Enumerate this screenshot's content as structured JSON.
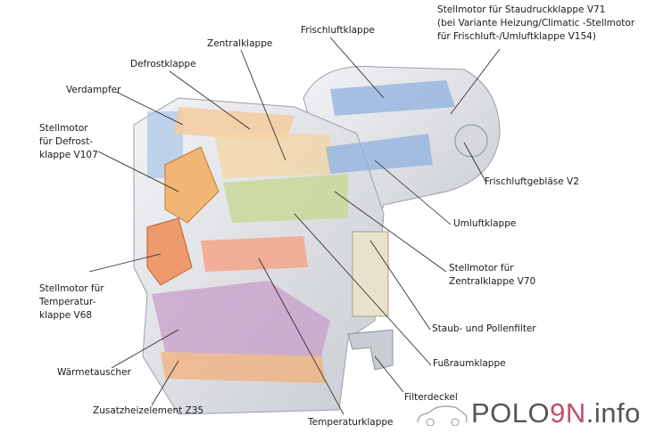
{
  "labels": {
    "staudruck": [
      "Stellmotor für Staudruckklappe V71",
      "(bei Variante Heizung/Climatic -Stellmotor",
      "für Frischluft-/Umluftklappe V154)"
    ],
    "frischluftklappe": "Frischluftklappe",
    "zentralklappe": "Zentralklappe",
    "defrostklappe": "Defrostklappe",
    "verdampfer": "Verdampfer",
    "stellmotor_defrost": [
      "Stellmotor",
      "für Defrost-",
      "klappe V107"
    ],
    "frischluftgeblaese": "Frischluftgebläse V2",
    "umluftklappe": "Umluftklappe",
    "stellmotor_zentral": [
      "Stellmotor für",
      "Zentralklappe V70"
    ],
    "stellmotor_temp": [
      "Stellmotor für",
      "Temperatur-",
      "klappe V68"
    ],
    "staubfilter": "Staub- und Pollenfilter",
    "fussraumklappe": "Fußraumklappe",
    "waermetauscher": "Wärmetauscher",
    "filterdeckel": "Filterdeckel",
    "zusatzheiz": "Zusatzheizelement Z35",
    "temperaturklappe": "Temperaturklappe"
  },
  "watermark": {
    "part1": "POLO",
    "part2": "9",
    "part3": "N",
    "part4": ".info"
  }
}
